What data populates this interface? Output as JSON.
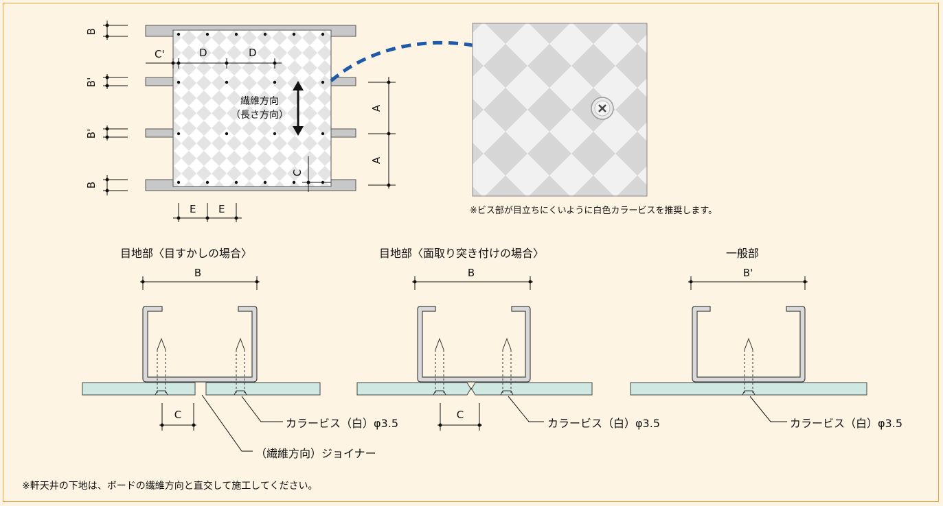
{
  "colors": {
    "background": "#fdf4e3",
    "border": "#e8a43c",
    "board_fill": "#cfe8e2",
    "channel_fill": "#c8c8c8",
    "arrow_blue": "#1e5aa8"
  },
  "icons": {
    "double_arrow": "fiber-direction-arrow-icon",
    "curved_arrow": "dashed-blue-arrow-icon",
    "screw": "screw-head-icon"
  },
  "plan": {
    "labels": {
      "B": "B",
      "B_prime": "B'",
      "C_prime": "C'",
      "C": "C",
      "D": "D",
      "E": "E",
      "A": "A"
    },
    "fiber_direction_line1": "繊維方向",
    "fiber_direction_line2": "（長さ方向）"
  },
  "photo": {
    "note": "※ビス部が目立ちにくいように白色カラービスを推奨します。"
  },
  "sections": [
    {
      "title": "目地部〈目すかしの場合〉",
      "dimension_label": "B",
      "gap_label": "C",
      "screw_label": "カラービス（白）φ3.5",
      "joiner_label": "（繊維方向）ジョイナー"
    },
    {
      "title": "目地部〈面取り突き付けの場合〉",
      "dimension_label": "B",
      "gap_label": "C",
      "screw_label": "カラービス（白）φ3.5"
    },
    {
      "title": "一般部",
      "dimension_label": "B'",
      "screw_label": "カラービス（白）φ3.5"
    }
  ],
  "footnote": "※軒天井の下地は、ボードの繊維方向と直交して施工してください。"
}
